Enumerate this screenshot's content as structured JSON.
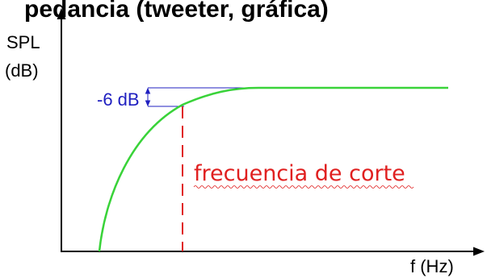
{
  "header_fragment": "pedancia (tweeter, gráfica)",
  "y_axis": {
    "label_line1": "SPL",
    "label_line2": "(dB)"
  },
  "x_axis": {
    "label": "f (Hz)"
  },
  "annotations": {
    "attenuation": "-6 dB",
    "cutoff": "frecuencia de corte"
  },
  "colors": {
    "curve": "#39d339",
    "axis": "#000000",
    "attenuation": "#2020c0",
    "cutoff": "#e02020",
    "spellcheck_underline": "#e02020"
  },
  "icons": {
    "y_axis_arrow": "arrowhead-up-icon",
    "x_axis_arrow": "arrowhead-right-icon",
    "dimension_marker": "dimension-arrow-icon"
  }
}
